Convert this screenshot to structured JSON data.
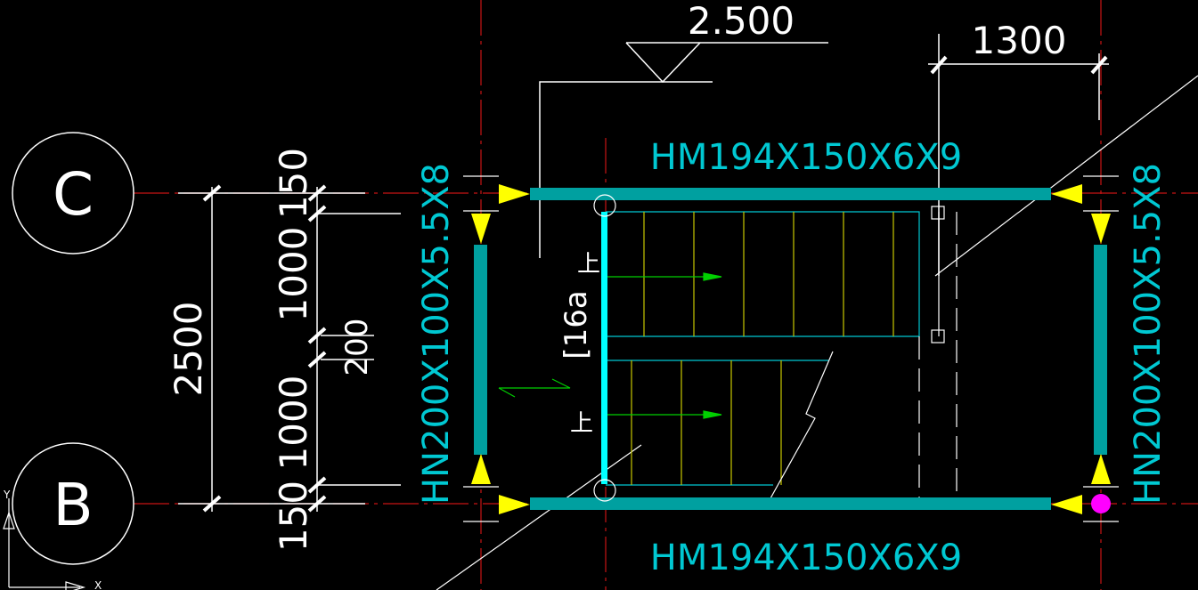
{
  "colors": {
    "background": "#000000",
    "line": "#FFFFFF",
    "grid_line": "#C81414",
    "beam": "#00A0A0",
    "beam_label": "#00C8D2",
    "column": "#00FFFF",
    "stair_line": "#C8C800",
    "arrow": "#FFFF00",
    "direction_arrow": "#00D000",
    "marker": "#FF00FF"
  },
  "elevation": {
    "value": "2.500"
  },
  "grid_labels": {
    "top": "C",
    "bottom": "B"
  },
  "beams": {
    "top_label": "HM194X150X6X9",
    "bottom_label": "HM194X150X6X9",
    "left_label": "HN200X100X5.5X8",
    "right_label": "HN200X100X5.5X8",
    "column_label": "[16a"
  },
  "dimensions": {
    "total": "2500",
    "top_offset": "150",
    "upper_run": "1000",
    "landing_gap": "200",
    "lower_run": "1000",
    "bottom_offset": "150",
    "landing_width": "1300"
  },
  "stair_marks": {
    "up_upper": "上",
    "up_lower": "上"
  },
  "axis": {
    "x": "X",
    "y": "Y"
  }
}
